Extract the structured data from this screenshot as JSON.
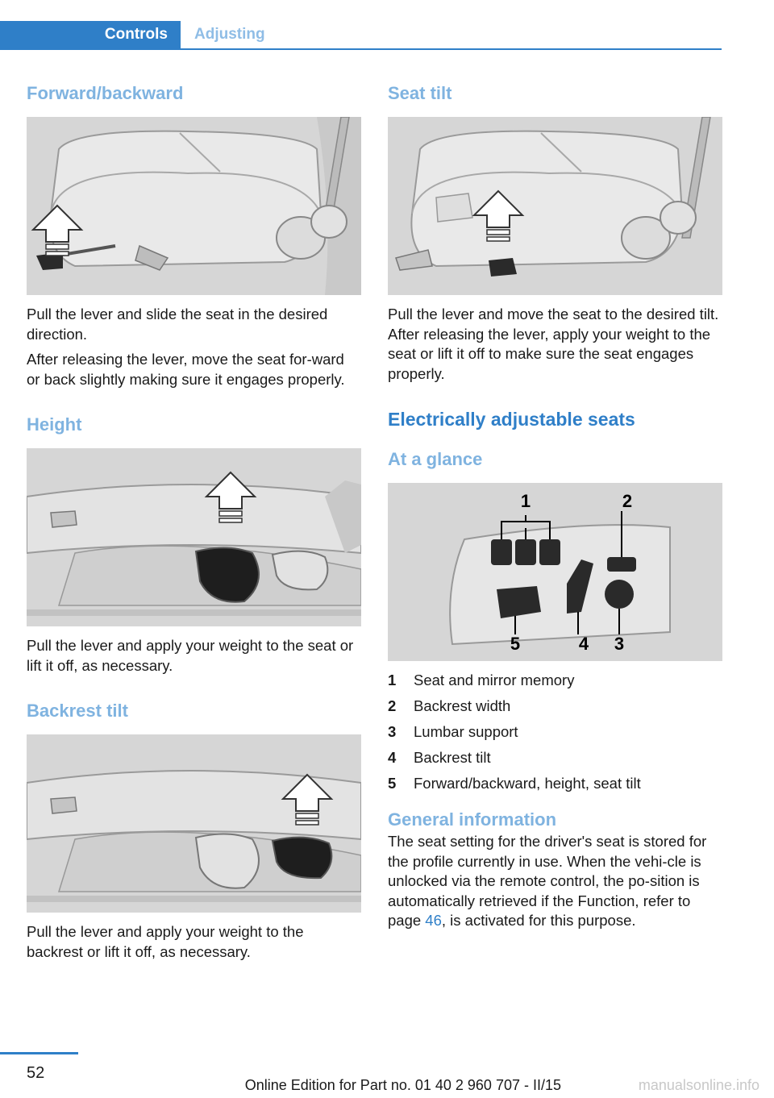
{
  "header": {
    "tab_controls": "Controls",
    "tab_adjusting": "Adjusting"
  },
  "left": {
    "forward": {
      "title": "Forward/backward",
      "p1": "Pull the lever and slide the seat in the desired direction.",
      "p2": "After releasing the lever, move the seat for-ward or back slightly making sure it engages properly."
    },
    "height": {
      "title": "Height",
      "p1": "Pull the lever and apply your weight to the seat or lift it off, as necessary."
    },
    "backrest": {
      "title": "Backrest tilt",
      "p1": "Pull the lever and apply your weight to the backrest or lift it off, as necessary."
    }
  },
  "right": {
    "seat_tilt": {
      "title": "Seat tilt",
      "p1": "Pull the lever and move the seat to the desired tilt. After releasing the lever, apply your weight to the seat or lift it off to make sure the seat engages properly."
    },
    "electric": {
      "title": "Electrically adjustable seats",
      "subtitle": "At a glance"
    },
    "callouts": {
      "c1": "1",
      "c2": "2",
      "c3": "3",
      "c4": "4",
      "c5": "5"
    },
    "legend": [
      {
        "num": "1",
        "text": "Seat and mirror memory"
      },
      {
        "num": "2",
        "text": "Backrest width"
      },
      {
        "num": "3",
        "text": "Lumbar support"
      },
      {
        "num": "4",
        "text": "Backrest tilt"
      },
      {
        "num": "5",
        "text": "Forward/backward, height, seat tilt"
      }
    ],
    "general": {
      "title": "General information",
      "text_before": "The seat setting for the driver's seat is stored for the profile currently in use. When the vehi-cle is unlocked via the remote control, the po-sition is automatically retrieved if the Function, refer to page ",
      "link": "46",
      "text_after": ", is activated for this purpose."
    }
  },
  "footer": {
    "page": "52",
    "edition": "Online Edition for Part no. 01 40 2 960 707 - II/15",
    "watermark": "manualsonline.info"
  }
}
